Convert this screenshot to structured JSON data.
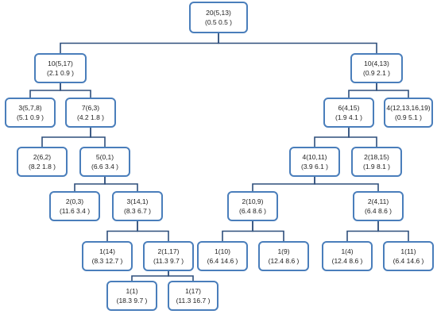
{
  "tree": {
    "nodes": [
      {
        "id": "n0",
        "name": "20(5,13)",
        "value": "(0.5 0.5 )"
      },
      {
        "id": "n1",
        "name": "10(5,17)",
        "value": "(2.1 0.9 )"
      },
      {
        "id": "n2",
        "name": "10(4,13)",
        "value": "(0.9 2.1 )"
      },
      {
        "id": "n3",
        "name": "3(5,7,8)",
        "value": "(5.1 0.9 )"
      },
      {
        "id": "n4",
        "name": "7(6,3)",
        "value": "(4.2 1.8 )"
      },
      {
        "id": "n5",
        "name": "6(4,15)",
        "value": "(1.9 4.1 )"
      },
      {
        "id": "n6",
        "name": "4(12,13,16,19)",
        "value": "(0.9 5.1 )"
      },
      {
        "id": "n7",
        "name": "2(6,2)",
        "value": "(8.2 1.8 )"
      },
      {
        "id": "n8",
        "name": "5(0,1)",
        "value": "(6.6 3.4 )"
      },
      {
        "id": "n9",
        "name": "4(10,11)",
        "value": "(3.9 6.1 )"
      },
      {
        "id": "n10",
        "name": "2(18,15)",
        "value": "(1.9 8.1 )"
      },
      {
        "id": "n11",
        "name": "2(0,3)",
        "value": "(11.6 3.4 )"
      },
      {
        "id": "n12",
        "name": "3(14,1)",
        "value": "(8.3 6.7 )"
      },
      {
        "id": "n13",
        "name": "2(10,9)",
        "value": "(6.4 8.6 )"
      },
      {
        "id": "n14",
        "name": "2(4,11)",
        "value": "(6.4 8.6 )"
      },
      {
        "id": "n15",
        "name": "1(14)",
        "value": "(8.3 12.7 )"
      },
      {
        "id": "n16",
        "name": "2(1,17)",
        "value": "(11.3 9.7 )"
      },
      {
        "id": "n17",
        "name": "1(10)",
        "value": "(6.4 14.6 )"
      },
      {
        "id": "n18",
        "name": "1(9)",
        "value": "(12.4 8.6 )"
      },
      {
        "id": "n19",
        "name": "1(4)",
        "value": "(12.4 8.6 )"
      },
      {
        "id": "n20",
        "name": "1(11)",
        "value": "(6.4 14.6 )"
      },
      {
        "id": "n21",
        "name": "1(1)",
        "value": "(18.3 9.7 )"
      },
      {
        "id": "n22",
        "name": "1(17)",
        "value": "(11.3 16.7 )"
      }
    ],
    "edges": [
      [
        "n0",
        "n1"
      ],
      [
        "n0",
        "n2"
      ],
      [
        "n1",
        "n3"
      ],
      [
        "n1",
        "n4"
      ],
      [
        "n2",
        "n5"
      ],
      [
        "n2",
        "n6"
      ],
      [
        "n4",
        "n7"
      ],
      [
        "n4",
        "n8"
      ],
      [
        "n5",
        "n9"
      ],
      [
        "n5",
        "n10"
      ],
      [
        "n8",
        "n11"
      ],
      [
        "n8",
        "n12"
      ],
      [
        "n9",
        "n13"
      ],
      [
        "n9",
        "n14"
      ],
      [
        "n12",
        "n15"
      ],
      [
        "n12",
        "n16"
      ],
      [
        "n13",
        "n17"
      ],
      [
        "n13",
        "n18"
      ],
      [
        "n14",
        "n19"
      ],
      [
        "n14",
        "n20"
      ],
      [
        "n16",
        "n21"
      ],
      [
        "n16",
        "n22"
      ]
    ],
    "colors": {
      "box_border": "#4a7ebb",
      "connector": "#2e4f7c"
    }
  }
}
